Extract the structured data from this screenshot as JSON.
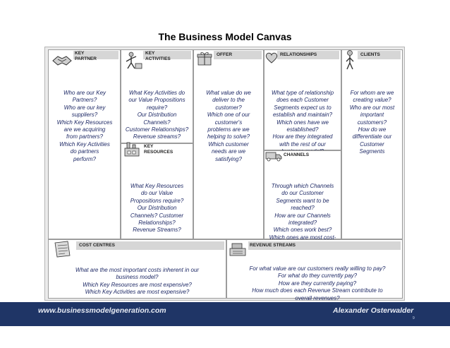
{
  "title": "The Business Model Canvas",
  "blocks": {
    "key_partner": {
      "heading": "KEY\nPARTNER",
      "questions": "Who are our Key\nPartners?\nWho are our key\nsuppliers?\nWhich Key Resources\nare we acquiring\nfrom partners?\nWhich Key Activities\ndo partners\nperform?",
      "icon": "handshake-icon"
    },
    "key_activities": {
      "heading": "KEY\nACTIVITIES",
      "questions": "What Key Activities do\nour Value Propositions\nrequire?\nOur Distribution\nChannels?\nCustomer Relationships?\nRevenue streams?",
      "icon": "worker-icon"
    },
    "key_resources": {
      "heading": "KEY\nRESOURCES",
      "questions": "What Key Resources\ndo our Value\nPropositions require?\nOur Distribution\nChannels? Customer\nRelationships?\nRevenue Streams?",
      "icon": "factory-icon"
    },
    "offer": {
      "heading": "OFFER",
      "questions": "What value do we\ndeliver to the\ncustomer?\nWhich one of our\ncustomer's\nproblems are we\nhelping to solve?\nWhich customer\nneeds are we\nsatisfying?",
      "icon": "gift-icon"
    },
    "relationships": {
      "heading": "RELATIONSHIPS",
      "questions": "What type of relationship\ndoes each Customer\nSegments expect us to\nestablish and maintain?\nWhich ones have we\nestablished?\nHow are they integrated\nwith the rest of our\nbusiness model?\nHow costly are they?",
      "icon": "heart-icon"
    },
    "channels": {
      "heading": "CHANNELS",
      "questions": "Through which Channels\ndo our Customer\nSegments want to be\nreached?\nHow are our Channels\nintegrated?\nWhich ones work best?\nWhich ones are most cost-\nefficient?\nHow are we integrating\nthem with customer\nroutines?",
      "icon": "truck-icon"
    },
    "clients": {
      "heading": "CLIENTS",
      "questions": "For whom are we\ncreating value?\nWho are our most\nimportant\ncustomers?\nHow do we\ndifferentiate our\nCustomer\nSegments",
      "icon": "person-icon"
    },
    "cost_centres": {
      "heading": "COST CENTRES",
      "questions": "What are the most important costs inherent in our\nbusiness model?\nWhich Key Resources are most expensive?\nWhich Key Activities are most expensive?",
      "icon": "receipt-icon"
    },
    "revenue_streams": {
      "heading": "REVENUE STREAMS",
      "questions": "For what value are our customers really willing to pay?\nFor what do they currently pay?\nHow are they currently paying?\nHow much does each Revenue Stream contribute to\noverall revenues?",
      "icon": "cash-register-icon"
    }
  },
  "footer": {
    "website": "www.businessmodelgeneration.com",
    "author": "Alexander Osterwalder",
    "page": "9"
  }
}
